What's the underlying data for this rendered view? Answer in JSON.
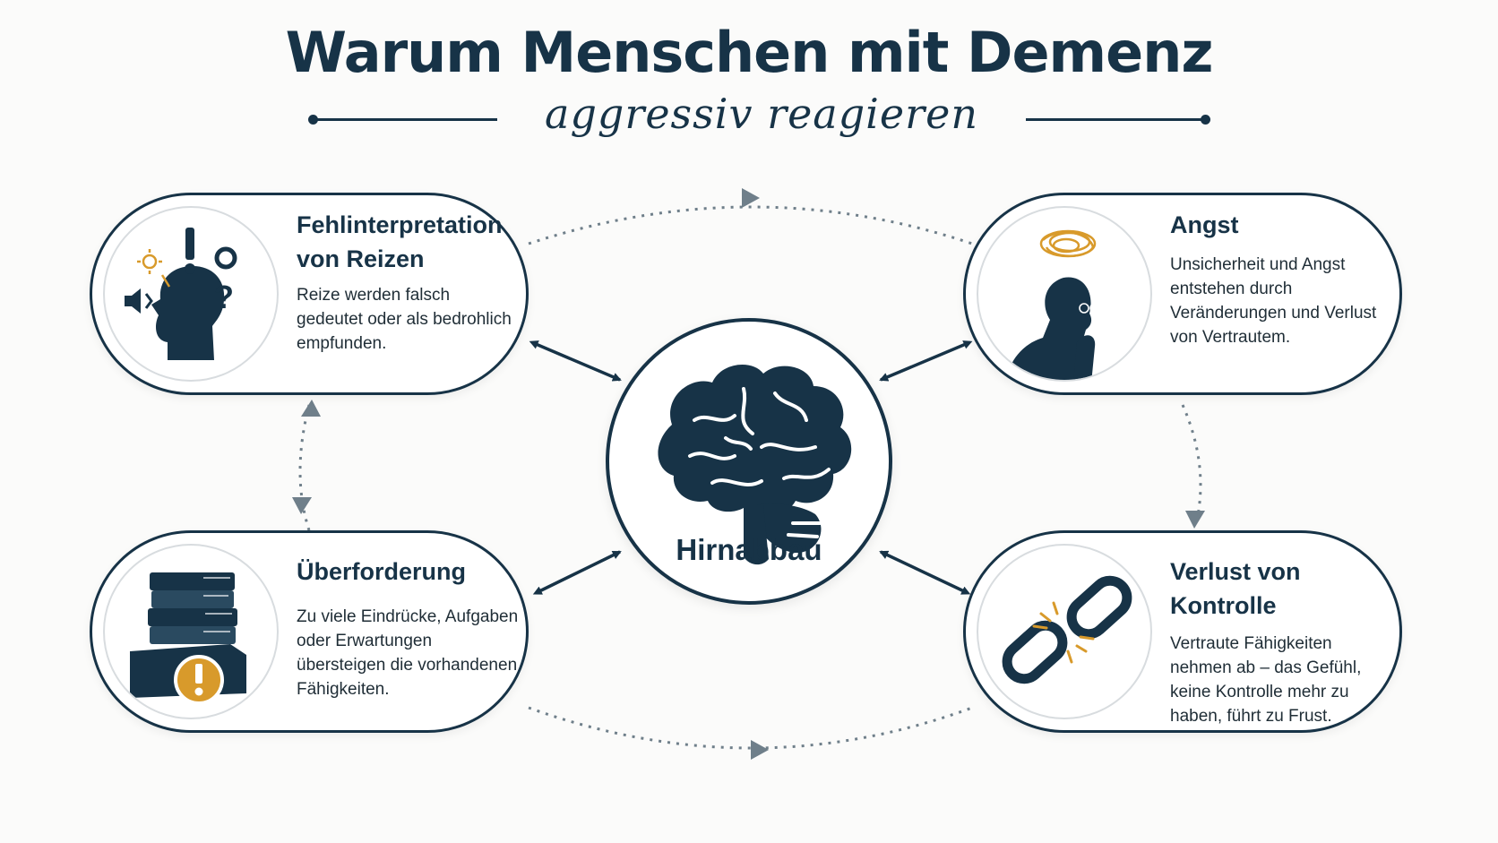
{
  "title": "Warum Menschen mit Demenz",
  "subtitle": "aggressiv reagieren",
  "center": {
    "label": "Hirnabbau",
    "icon": "brain-icon"
  },
  "cards": {
    "fehlinterpretation": {
      "title": "Fehlinterpretation von Reizen",
      "text": "Reize werden falsch gedeutet oder als bedrohlich empfunden.",
      "icon": "confused-head-icon"
    },
    "angst": {
      "title": "Angst",
      "text": "Unsicherheit und Angst entstehen durch Veränderungen und Verlust von Vertrautem.",
      "icon": "anxious-person-icon"
    },
    "ueberforderung": {
      "title": "Überforderung",
      "text": "Zu viele Eindrücke, Aufgaben oder Erwartungen übersteigen die vorhandenen Fähigkeiten.",
      "icon": "book-stack-warning-icon"
    },
    "kontrolle": {
      "title": "Verlust von Kontrolle",
      "text": "Vertraute Fähigkeiten nehmen ab – das Gefühl, keine Kontrolle mehr zu haben, führt zu Frust.",
      "icon": "broken-chain-icon"
    }
  },
  "colors": {
    "navy": "#173347",
    "accent": "#d89a2b",
    "dotted": "#6f7f8a"
  }
}
